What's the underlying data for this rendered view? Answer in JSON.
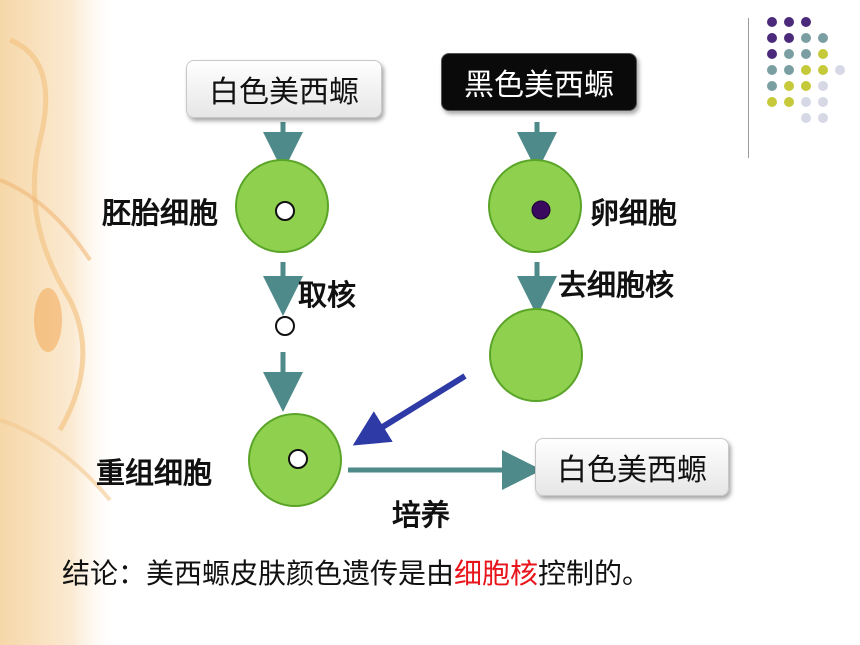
{
  "boxes": {
    "white_top": "白色美西螈",
    "black_top": "黑色美西螈",
    "white_result": "白色美西螈"
  },
  "labels": {
    "embryo_cell": "胚胎细胞",
    "egg_cell": "卵细胞",
    "take_nucleus": "取核",
    "remove_nucleus": "去细胞核",
    "recombinant_cell": "重组细胞",
    "culture": "培养"
  },
  "conclusion": {
    "part1": "结论：美西螈皮肤颜色遗传是",
    "part2": "由",
    "highlight": "细胞核",
    "part3": "控制的。"
  },
  "colors": {
    "cell_fill": "#8fd14f",
    "cell_border": "#5aa428",
    "arrow_teal": "#4f8a8b",
    "arrow_blue": "#2e3aa6",
    "nucleus_dark": "#3a0a5e",
    "highlight_red": "#e8141b"
  }
}
